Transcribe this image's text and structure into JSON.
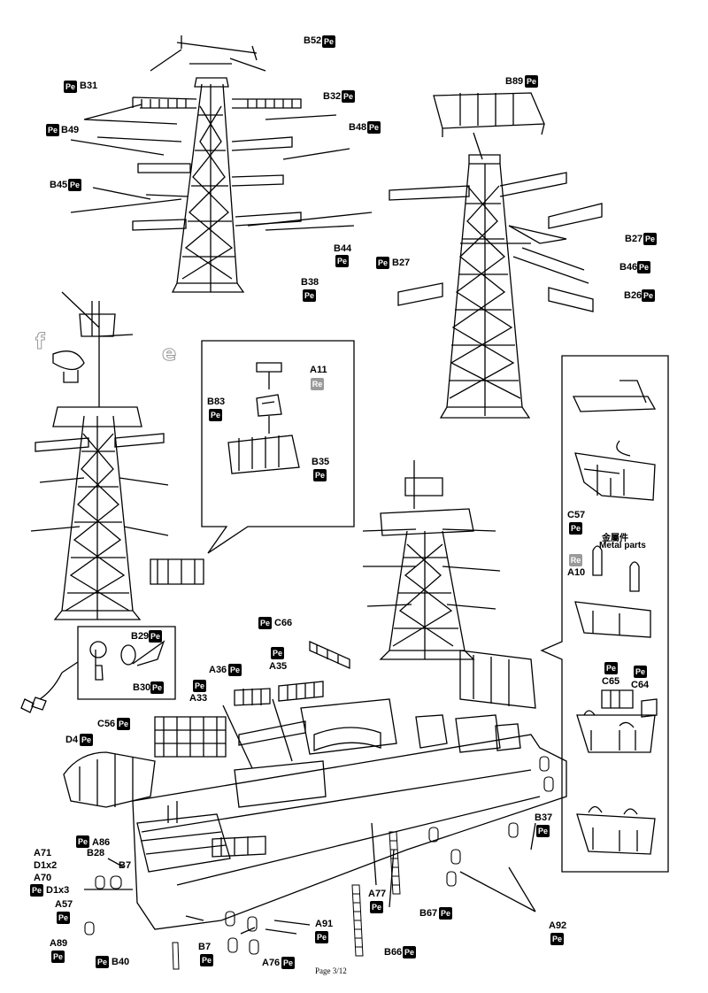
{
  "page_number": "Page 3/12",
  "material_badges": {
    "pe": "Pe",
    "re": "Re"
  },
  "metal_parts": {
    "chinese": "金屬件",
    "english": "Metal parts"
  },
  "side_markers": {
    "left": "f",
    "right": "e"
  },
  "labels": {
    "B52": "B52",
    "B31": "B31",
    "B32": "B32",
    "B49": "B49",
    "B48": "B48",
    "B45": "B45",
    "B44": "B44",
    "B38": "B38",
    "B89": "B89",
    "B27a": "B27",
    "B27b": "B27",
    "B46": "B46",
    "B26": "B26",
    "A11": "A11",
    "B83": "B83",
    "B35": "B35",
    "C57": "C57",
    "A10": "A10",
    "C65": "C65",
    "C64": "C64",
    "B29": "B29",
    "B30": "B30",
    "C66": "C66",
    "A36": "A36",
    "A35": "A35",
    "A33": "A33",
    "C56": "C56",
    "D4": "D4",
    "A71": "A71",
    "D1x2": "D1x2",
    "A86": "A86",
    "B28": "B28",
    "A70": "A70",
    "D1x3": "D1x3",
    "B7a": "B7",
    "B7b": "B7",
    "A57": "A57",
    "A89": "A89",
    "B40": "B40",
    "A91": "A91",
    "A76": "A76",
    "A77": "A77",
    "B66": "B66",
    "B67": "B67",
    "B37": "B37",
    "A92": "A92"
  }
}
